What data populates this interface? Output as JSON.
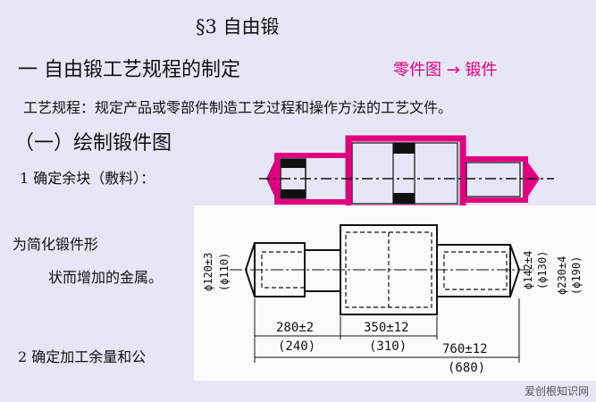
{
  "slide": {
    "section_title": "§3 自由锻",
    "heading": "一 自由锻工艺规程的制定",
    "accent_note": "零件图 → 锻件",
    "definition": "工艺规程：规定产品或零部件制造工艺过程和操作方法的工艺文件。",
    "subheading": "（一）绘制锻件图",
    "point_1": "1 确定余块（敷料）：",
    "point_1_desc_line1": "为简化锻件形",
    "point_1_desc_line2": "状而增加的金属。",
    "point_2": "2 确定加工余量和公"
  },
  "drawing": {
    "dim_left_dia": "ϕ120±3",
    "dim_left_dia_part": "(ϕ110)",
    "dim_right_dia_1": "ϕ142±4",
    "dim_right_dia_1_part": "(ϕ130)",
    "dim_right_dia_2": "ϕ230±4",
    "dim_right_dia_2_part": "(ϕ190)",
    "dim_len_1": "280±2",
    "dim_len_1_part": "(240)",
    "dim_len_2": "350±12",
    "dim_len_2_part": "(310)",
    "dim_len_total": "760±12",
    "dim_len_total_part": "(680)"
  },
  "watermark": "爱创根知识网",
  "colors": {
    "accent": "#e0007f",
    "background": "#e6e6f7"
  }
}
